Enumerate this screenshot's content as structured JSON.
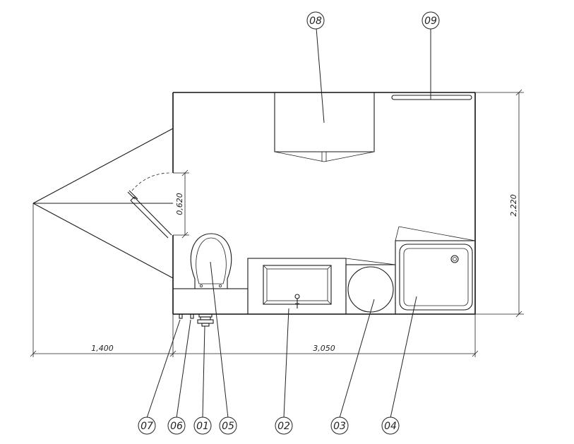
{
  "dimensions": {
    "door_width": "0,620",
    "room_depth": "2,220",
    "left_extent": "1,400",
    "room_width": "3,050"
  },
  "callouts": {
    "c01": "01",
    "c02": "02",
    "c03": "03",
    "c04": "04",
    "c05": "05",
    "c06": "06",
    "c07": "07",
    "c08": "08",
    "c09": "09"
  }
}
